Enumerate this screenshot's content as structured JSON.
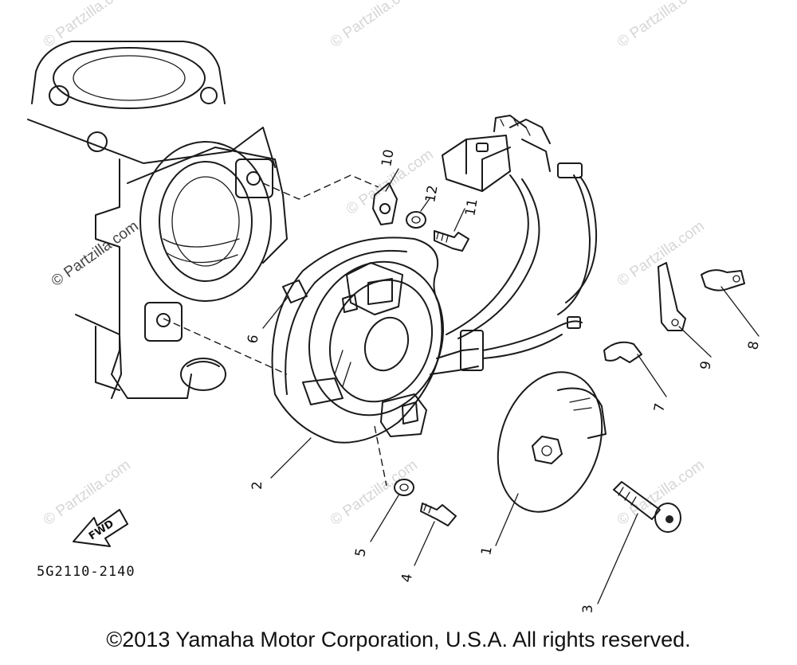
{
  "diagram": {
    "part_code": "5G2110-2140",
    "fwd_label": "FWD",
    "copyright": "©2013 Yamaha Motor Corporation, U.S.A. All rights reserved.",
    "watermark": "© Partzilla.com",
    "callouts": {
      "c1": "1",
      "c2": "2",
      "c3": "3",
      "c4": "4",
      "c5": "5",
      "c6": "6",
      "c7": "7",
      "c8": "8",
      "c9": "9",
      "c10": "10",
      "c11": "11",
      "c12": "12"
    }
  }
}
